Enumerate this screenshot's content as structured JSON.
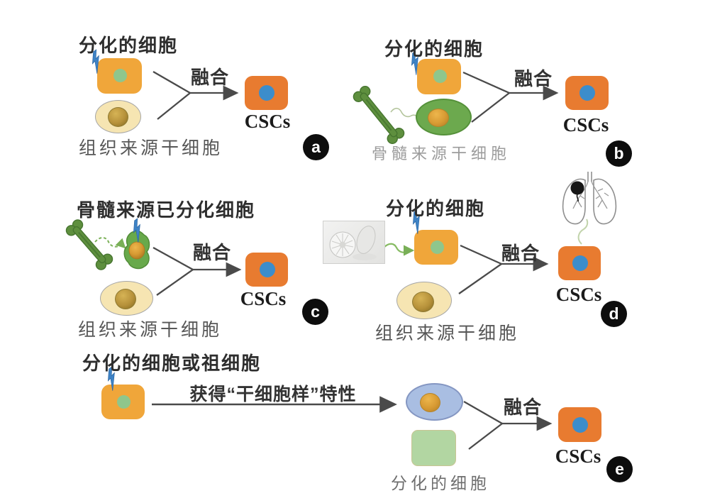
{
  "figure": {
    "description_labels_language": "zh-CN",
    "panels": {
      "a": {
        "badge": "a",
        "top_label": "分化的细胞",
        "fusion_label": "融合",
        "result_label": "CSCs",
        "bottom_label": "组织来源干细胞"
      },
      "b": {
        "badge": "b",
        "top_label": "分化的细胞",
        "fusion_label": "融合",
        "result_label": "CSCs",
        "bottom_label": "骨髓来源干细胞"
      },
      "c": {
        "badge": "c",
        "top_label": "骨髓来源已分化细胞",
        "fusion_label": "融合",
        "result_label": "CSCs",
        "bottom_label": "组织来源干细胞"
      },
      "d": {
        "badge": "d",
        "top_label": "分化的细胞",
        "fusion_label": "融合",
        "result_label": "CSCs",
        "bottom_label": "组织来源干细胞"
      },
      "e": {
        "badge": "e",
        "top_label": "分化的细胞或祖细胞",
        "process_label": "获得“干细胞样”特性",
        "fusion_label": "融合",
        "result_label": "CSCs",
        "bottom_label": "分化的细胞"
      }
    },
    "colors": {
      "differentiated_cell": "#F0A63A",
      "differentiated_nucleus": "#8FC68C",
      "csc_cell": "#E87B30",
      "csc_nucleus": "#3C8DCB",
      "tissue_stem_cell_body": "#F6E5B2",
      "tissue_stem_nucleus": "#B6913A",
      "bone_marrow_cell": "#6CA94E",
      "bone_marrow_nucleus": "#D79A33",
      "bone": "#5E8F3E",
      "blue_cell": "#A9BEE2",
      "plain_green_cell": "#B2D6A2",
      "lightning_bolt": "#3E83C6",
      "connector": "#4a4a4a",
      "badge_background": "#0d0d0d",
      "badge_text": "#ffffff"
    }
  }
}
